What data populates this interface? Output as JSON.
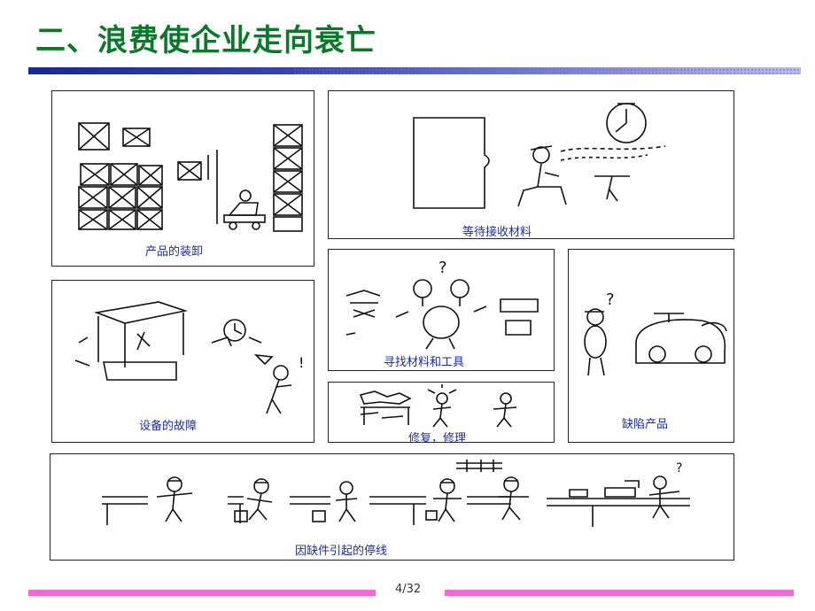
{
  "slide": {
    "title": "二、浪费使企业走向衰亡",
    "page_number": "4/32"
  },
  "panels": {
    "loading": "产品的装卸",
    "waiting": "等待接收材料",
    "searching": "寻找材料和工具",
    "defective": "缺陷产品",
    "breakdown": "设备的故障",
    "repair": "修复，修理",
    "stoppage": "因缺件引起的停线"
  },
  "colors": {
    "title": "#0a7a2a",
    "caption": "#1c2ea0",
    "rule_dark": "#1a2a8a",
    "rule_light": "#8a8fd8",
    "footer_pink": "#f06ad0"
  }
}
